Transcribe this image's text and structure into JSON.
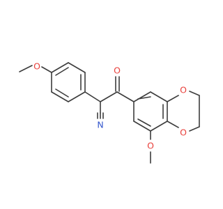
{
  "molecule": {
    "atoms": {
      "o_methoxy_left": "O",
      "o_carbonyl": "O",
      "n_nitrile": "N",
      "o_dioxane_top": "O",
      "o_dioxane_bottom": "O",
      "o_methoxy_bottom": "O"
    },
    "colors": {
      "bond": "#3c3c3c",
      "oxygen": "#e8413c",
      "nitrogen": "#3355cc"
    }
  }
}
